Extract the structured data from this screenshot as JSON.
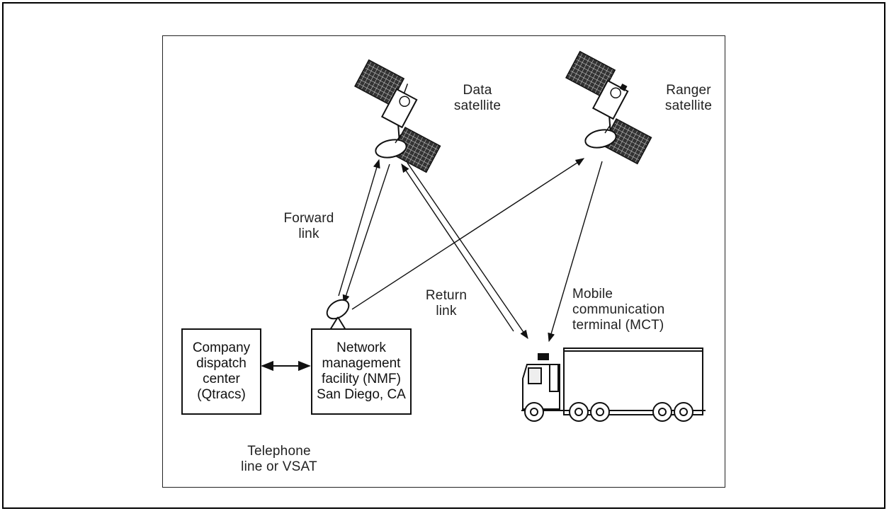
{
  "labels": {
    "data_satellite": "Data\nsatellite",
    "ranger_satellite": "Ranger\nsatellite",
    "forward_link": "Forward\nlink",
    "return_link": "Return\nlink",
    "mct": "Mobile\ncommunication\nterminal (MCT)",
    "telephone": "Telephone\nline or VSAT"
  },
  "boxes": {
    "dispatch": "Company\ndispatch\ncenter\n(Qtracs)",
    "nmf": "Network\nmanagement\nfacility (NMF)\nSan Diego, CA"
  }
}
